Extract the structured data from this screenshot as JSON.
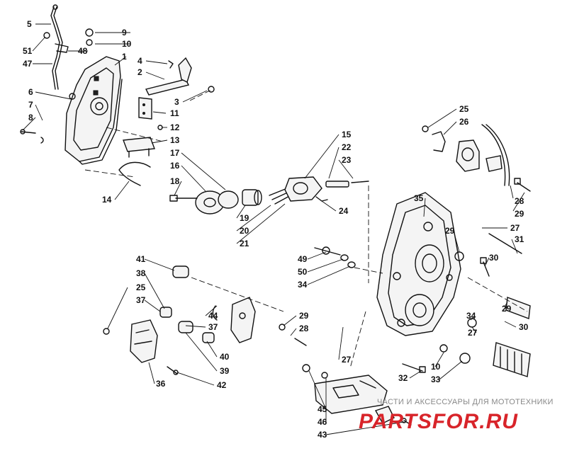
{
  "watermark": {
    "subtitle": "ЧАСТИ И АКСЕССУАРЫ ДЛЯ МОТОТЕХНИКИ",
    "brand": "PARTSFOR.RU"
  },
  "callouts": [
    {
      "id": "5",
      "label": "5"
    },
    {
      "id": "9",
      "label": "9"
    },
    {
      "id": "51",
      "label": "51"
    },
    {
      "id": "48",
      "label": "48"
    },
    {
      "id": "10a",
      "label": "10"
    },
    {
      "id": "1",
      "label": "1"
    },
    {
      "id": "47",
      "label": "47"
    },
    {
      "id": "4",
      "label": "4"
    },
    {
      "id": "2",
      "label": "2"
    },
    {
      "id": "6",
      "label": "6"
    },
    {
      "id": "3",
      "label": "3"
    },
    {
      "id": "7",
      "label": "7"
    },
    {
      "id": "8",
      "label": "8"
    },
    {
      "id": "11",
      "label": "11"
    },
    {
      "id": "12",
      "label": "12"
    },
    {
      "id": "13",
      "label": "13"
    },
    {
      "id": "15",
      "label": "15"
    },
    {
      "id": "22",
      "label": "22"
    },
    {
      "id": "23",
      "label": "23"
    },
    {
      "id": "17",
      "label": "17"
    },
    {
      "id": "16",
      "label": "16"
    },
    {
      "id": "18",
      "label": "18"
    },
    {
      "id": "14",
      "label": "14"
    },
    {
      "id": "19",
      "label": "19"
    },
    {
      "id": "20",
      "label": "20"
    },
    {
      "id": "21",
      "label": "21"
    },
    {
      "id": "24",
      "label": "24"
    },
    {
      "id": "25a",
      "label": "25"
    },
    {
      "id": "26",
      "label": "26"
    },
    {
      "id": "28a",
      "label": "28"
    },
    {
      "id": "29a",
      "label": "29"
    },
    {
      "id": "35",
      "label": "35"
    },
    {
      "id": "29b",
      "label": "29"
    },
    {
      "id": "27a",
      "label": "27"
    },
    {
      "id": "31",
      "label": "31"
    },
    {
      "id": "49",
      "label": "49"
    },
    {
      "id": "30a",
      "label": "30"
    },
    {
      "id": "50",
      "label": "50"
    },
    {
      "id": "34a",
      "label": "34"
    },
    {
      "id": "41",
      "label": "41"
    },
    {
      "id": "38",
      "label": "38"
    },
    {
      "id": "25b",
      "label": "25"
    },
    {
      "id": "37a",
      "label": "37"
    },
    {
      "id": "44",
      "label": "44"
    },
    {
      "id": "37b",
      "label": "37"
    },
    {
      "id": "29c",
      "label": "29"
    },
    {
      "id": "28b",
      "label": "28"
    },
    {
      "id": "40",
      "label": "40"
    },
    {
      "id": "39",
      "label": "39"
    },
    {
      "id": "36",
      "label": "36"
    },
    {
      "id": "42",
      "label": "42"
    },
    {
      "id": "34b",
      "label": "34"
    },
    {
      "id": "29d",
      "label": "29"
    },
    {
      "id": "27b",
      "label": "27"
    },
    {
      "id": "30b",
      "label": "30"
    },
    {
      "id": "27c",
      "label": "27"
    },
    {
      "id": "10b",
      "label": "10"
    },
    {
      "id": "33",
      "label": "33"
    },
    {
      "id": "32",
      "label": "32"
    },
    {
      "id": "45",
      "label": "45"
    },
    {
      "id": "46",
      "label": "46"
    },
    {
      "id": "43",
      "label": "43"
    }
  ]
}
